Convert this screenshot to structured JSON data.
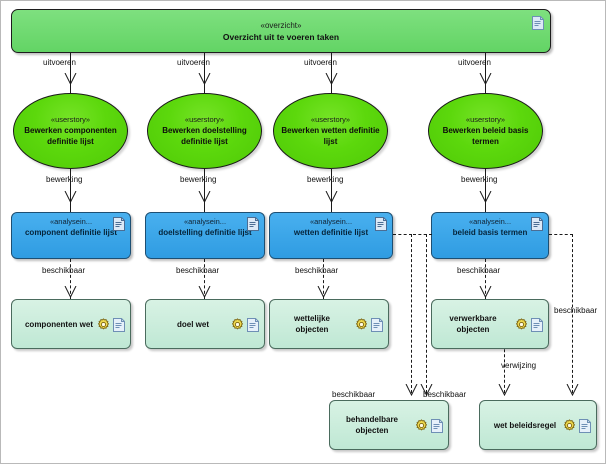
{
  "diagram": {
    "title": "Overzicht uit te voeren taken",
    "overview": {
      "stereotype": "«overzicht»",
      "name": "Overzicht uit te voeren taken",
      "doc_icon": "document-icon"
    },
    "usecases": [
      {
        "stereotype": "«userstory»",
        "name": "Bewerken componenten definitie lijst"
      },
      {
        "stereotype": "«userstory»",
        "name": "Bewerken doelstelling definitie lijst"
      },
      {
        "stereotype": "«userstory»",
        "name": "Bewerken wetten definitie lijst"
      },
      {
        "stereotype": "«userstory»",
        "name": "Bewerken beleid basis termen"
      }
    ],
    "analysis": [
      {
        "stereotype": "«analysein...",
        "name": "component definitie lijst"
      },
      {
        "stereotype": "«analysein...",
        "name": "doelstelling definitie lijst"
      },
      {
        "stereotype": "«analysein...",
        "name": "wetten definitie lijst"
      },
      {
        "stereotype": "«analysein...",
        "name": "beleid basis termen"
      }
    ],
    "objects": [
      {
        "name": "componenten wet"
      },
      {
        "name": "doel wet"
      },
      {
        "name": "wettelijke objecten"
      },
      {
        "name": "verwerkbare objecten"
      },
      {
        "name": "behandelbare objecten"
      },
      {
        "name": "wet beleidsregel"
      }
    ],
    "edge_labels": {
      "uitvoeren_1": "uitvoeren",
      "uitvoeren_2": "uitvoeren",
      "uitvoeren_3": "uitvoeren",
      "uitvoeren_4": "uitvoeren",
      "bewerking_1": "bewerking",
      "bewerking_2": "bewerking",
      "bewerking_3": "bewerking",
      "bewerking_4": "bewerking",
      "beschikbaar_1": "beschikbaar",
      "beschikbaar_2": "beschikbaar",
      "beschikbaar_3": "beschikbaar",
      "beschikbaar_4": "beschikbaar",
      "beschikbaar_5": "beschikbaar",
      "beschikbaar_6": "beschikbaar",
      "beschikbaar_7": "beschikbaar",
      "verwijzing_1": "verwijzing"
    },
    "colors": {
      "overview_green": "#6FDF72",
      "usecase_green": "#5CD80C",
      "analysis_blue": "#3CA5E8",
      "object_green": "#CCEEDC",
      "line": "#1A1A1A",
      "gear_gold": "#E8D44A",
      "doc_blue": "#DCE9F7"
    },
    "icons": {
      "document": "document-icon",
      "gear": "gear-icon"
    }
  }
}
